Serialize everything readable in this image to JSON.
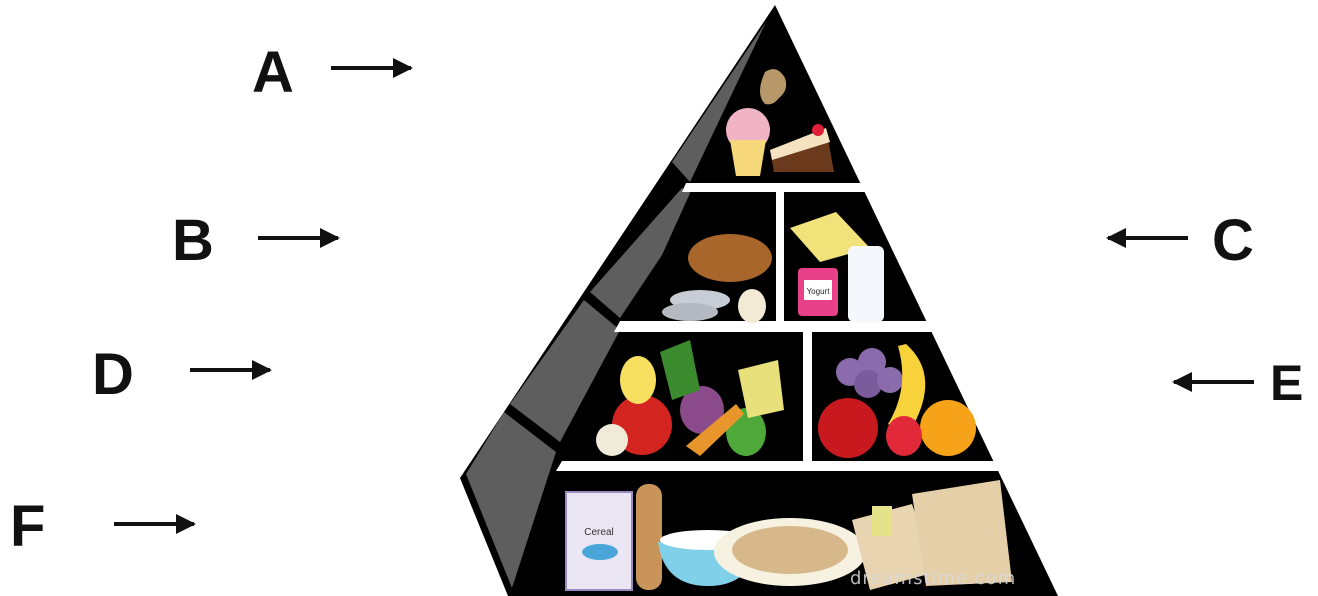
{
  "labels": {
    "a": "A",
    "b": "B",
    "c": "C",
    "d": "D",
    "e": "E",
    "f": "F"
  },
  "food_text": {
    "yogurt": "Yogurt",
    "cereal": "Cereal"
  },
  "watermark": "dreamstime.com",
  "colors": {
    "pyramid_outline": "#000000",
    "pyramid_side": "#5e5e5e",
    "divider": "#ffffff",
    "arrow": "#111111"
  }
}
